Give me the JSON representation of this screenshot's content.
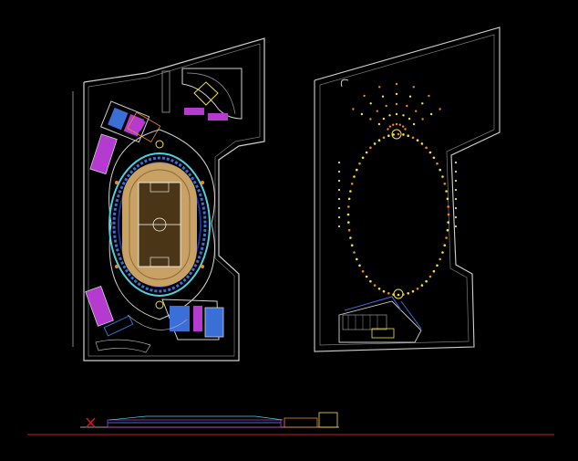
{
  "drawing": {
    "background": "#000000",
    "colors": {
      "boundary": "#d9d9d9",
      "track": "#c8a165",
      "field": "#3a2a12",
      "stands_blue": "#3b6fd8",
      "stands_cyan": "#4fd0e0",
      "magenta": "#b43ad0",
      "yellow": "#f5e23a",
      "orange": "#f08a1a",
      "red": "#d01818",
      "gray": "#9a9a9a",
      "white": "#ffffff"
    },
    "views": [
      {
        "name": "site-plan-stadium"
      },
      {
        "name": "lighting-layout-plan"
      },
      {
        "name": "longitudinal-section"
      }
    ]
  }
}
